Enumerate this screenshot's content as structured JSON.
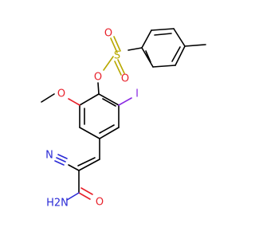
{
  "molecule": {
    "atoms": {
      "o_carbonyl": {
        "symbol": "O",
        "color": "#e8212b"
      },
      "o_amide_n": {
        "symbol": "H2N",
        "color": "#2b2bd6"
      },
      "n_nitrile": {
        "symbol": "N",
        "color": "#2b2bd6"
      },
      "o_ether": {
        "symbol": "O",
        "color": "#e8212b"
      },
      "o_ester": {
        "symbol": "O",
        "color": "#e8212b"
      },
      "s_sulfonyl": {
        "symbol": "S",
        "color": "#b8a800"
      },
      "o_s1": {
        "symbol": "O",
        "color": "#e8212b"
      },
      "o_s2": {
        "symbol": "O",
        "color": "#e8212b"
      },
      "iodine": {
        "symbol": "I",
        "color": "#8a2be2"
      }
    }
  }
}
